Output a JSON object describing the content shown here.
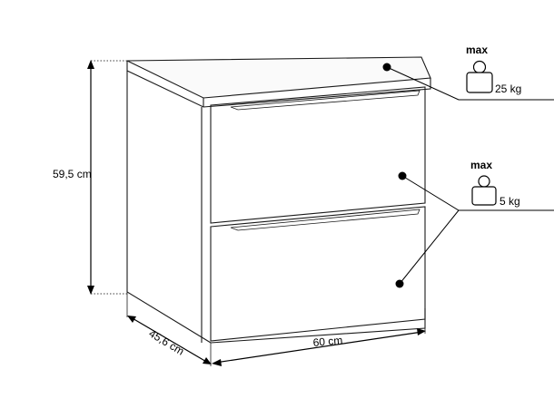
{
  "dimensions": {
    "height": "59,5 cm",
    "depth": "45,6 cm",
    "width": "60 cm"
  },
  "load_top": {
    "max_label": "max",
    "weight": "25 kg"
  },
  "load_drawers": {
    "max_label": "max",
    "weight": "5 kg"
  },
  "colors": {
    "outline": "#1a1a1a",
    "background": "#ffffff"
  }
}
